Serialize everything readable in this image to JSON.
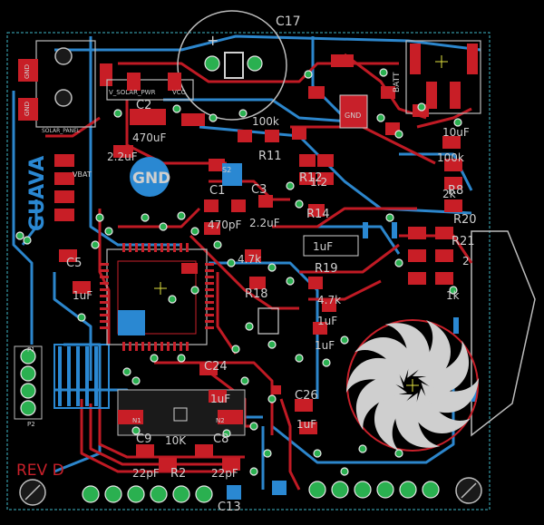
{
  "board": {
    "title": "PCB Layout",
    "revision": "REV D",
    "vertical_text": "GUAVA"
  },
  "components": {
    "c17": "C17",
    "c2": "C2",
    "c1": "C1",
    "c3": "C3",
    "c5": "C5",
    "c24": "C24",
    "c26": "C26",
    "c8": "C8",
    "c9": "C9",
    "c13": "C13",
    "r11": "R11",
    "r8": "R8",
    "r20": "R20",
    "r21": "R21",
    "r18": "R18",
    "r19": "R19",
    "r2": "R2",
    "r12": "R12",
    "r14": "R14"
  },
  "values": {
    "v470uf_a": "470uF",
    "v2_2uf_a": "2.2uF",
    "v470pf": "470pF",
    "v2_2uf_b": "2.2uF",
    "v100k_a": "100k",
    "v100k_b": "100k",
    "v10uf": "10uF",
    "v1uf_a": "1uF",
    "v1uf_b": "1uF",
    "v1uf_c": "1uF",
    "v1uf_d": "1uF",
    "v1uf_e": "1uF",
    "v1uf_f": "1uF",
    "v4_7k_a": "4.7k",
    "v4_7k_b": "4.7k",
    "v1k": "1k",
    "v2k": "2k",
    "v10k": "10K",
    "v22pf_a": "22pF",
    "v22pf_b": "22pF",
    "v1_2": "1.2",
    "v2": "2"
  },
  "nets": {
    "gnd_big": "GND",
    "gnd_1": "GND",
    "gnd_2": "GND",
    "gnd_3": "GND",
    "v_solar_pwr": "V_SOLAR_PWR",
    "vcc": "VCC",
    "solar_panel": "SOLAR_PANEL",
    "batt": "BATT",
    "vbat": "VBAT",
    "s2": "S2",
    "n1": "N1",
    "n2": "N2",
    "p1": "P1",
    "p2": "P2"
  },
  "colors": {
    "top_copper": "#c8202a",
    "bottom_copper": "#2a8fd8",
    "silkscreen": "#d0d0d0",
    "via": "#2ab050",
    "board_outline": "#3fb8c8"
  }
}
